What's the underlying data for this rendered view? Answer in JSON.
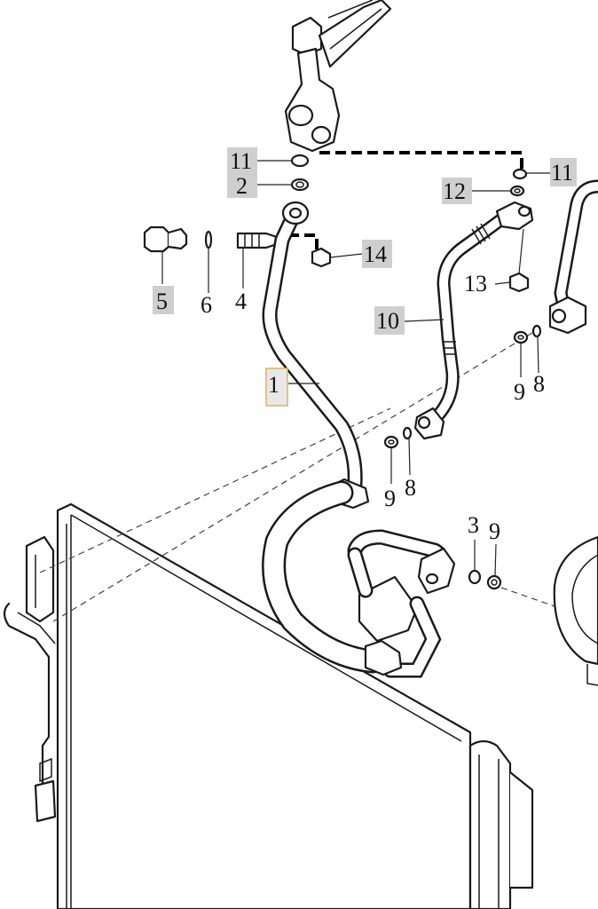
{
  "diagram": {
    "callouts": [
      {
        "id": "c11a",
        "label": "11",
        "highlighted": true
      },
      {
        "id": "c2",
        "label": "2",
        "highlighted": true
      },
      {
        "id": "c11b",
        "label": "11",
        "highlighted": true
      },
      {
        "id": "c12",
        "label": "12",
        "highlighted": true
      },
      {
        "id": "c14",
        "label": "14",
        "highlighted": true
      },
      {
        "id": "c5",
        "label": "5",
        "highlighted": true
      },
      {
        "id": "c6",
        "label": "6",
        "highlighted": false
      },
      {
        "id": "c4",
        "label": "4",
        "highlighted": false
      },
      {
        "id": "c13",
        "label": "13",
        "highlighted": false
      },
      {
        "id": "c10",
        "label": "10",
        "highlighted": true
      },
      {
        "id": "c1",
        "label": "1",
        "highlighted": true,
        "selected": true
      },
      {
        "id": "c9a",
        "label": "9",
        "highlighted": false
      },
      {
        "id": "c8a",
        "label": "8",
        "highlighted": false
      },
      {
        "id": "c9b",
        "label": "9",
        "highlighted": false
      },
      {
        "id": "c8b",
        "label": "8",
        "highlighted": false
      },
      {
        "id": "c3",
        "label": "3",
        "highlighted": false
      },
      {
        "id": "c9c",
        "label": "9",
        "highlighted": false
      }
    ],
    "colors": {
      "highlight": "#cfcfcf",
      "selected_border": "#e0b060",
      "line": "#1a1a1a"
    }
  }
}
